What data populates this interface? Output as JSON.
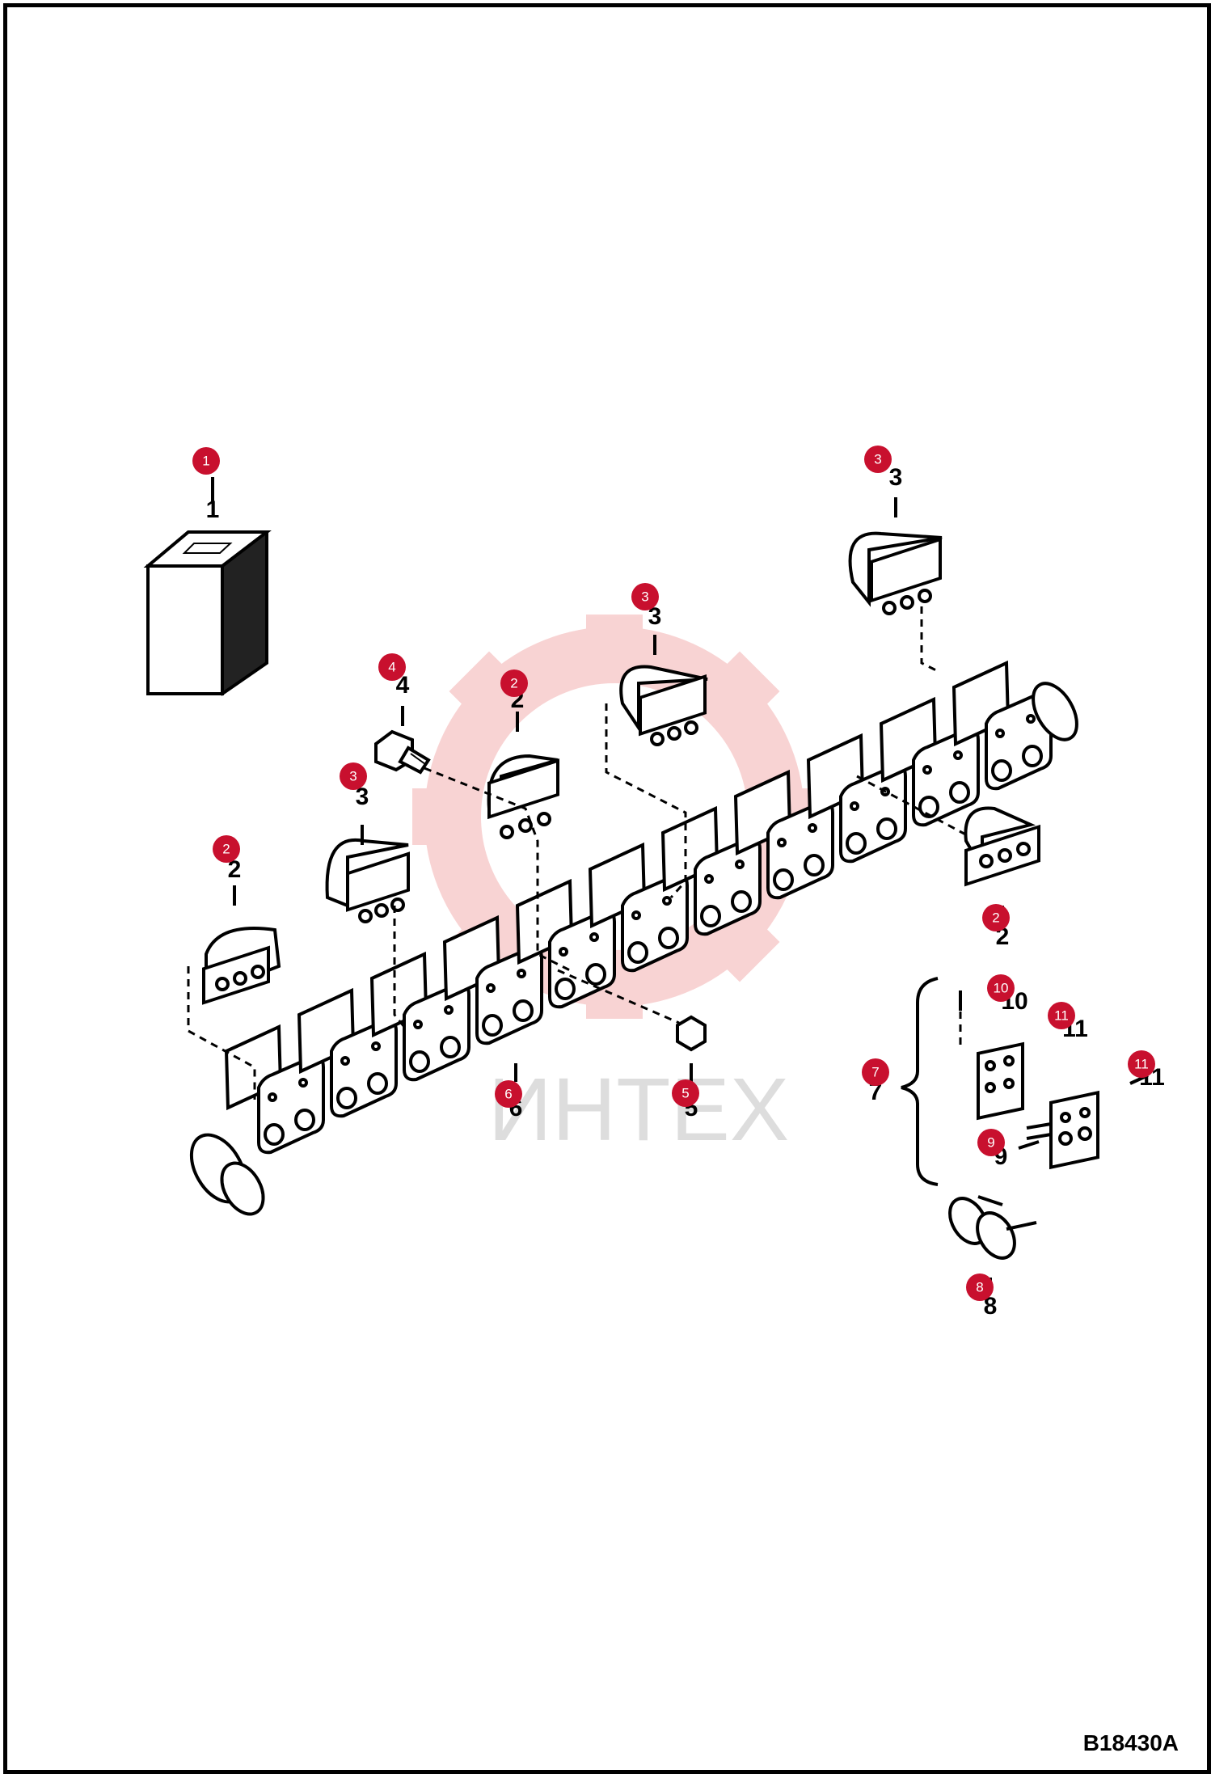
{
  "drawing_id": "B18430A",
  "watermark_text": "ИНТЕХ",
  "colors": {
    "callout": "#c8102e",
    "line": "#000000",
    "watermark": "#f4b0b0",
    "watermark_text": "#dddddd"
  },
  "callouts": [
    {
      "n": "1",
      "label": "1"
    },
    {
      "n": "2",
      "label": "2"
    },
    {
      "n": "2",
      "label": "2"
    },
    {
      "n": "2",
      "label": "2"
    },
    {
      "n": "3",
      "label": "3"
    },
    {
      "n": "3",
      "label": "3"
    },
    {
      "n": "3",
      "label": "3"
    },
    {
      "n": "4",
      "label": "4"
    },
    {
      "n": "5",
      "label": "5"
    },
    {
      "n": "6",
      "label": "6"
    },
    {
      "n": "7",
      "label": "7"
    },
    {
      "n": "8",
      "label": "8"
    },
    {
      "n": "9",
      "label": "9"
    },
    {
      "n": "10",
      "label": "10"
    },
    {
      "n": "11",
      "label": "11"
    },
    {
      "n": "11",
      "label": "11"
    }
  ]
}
